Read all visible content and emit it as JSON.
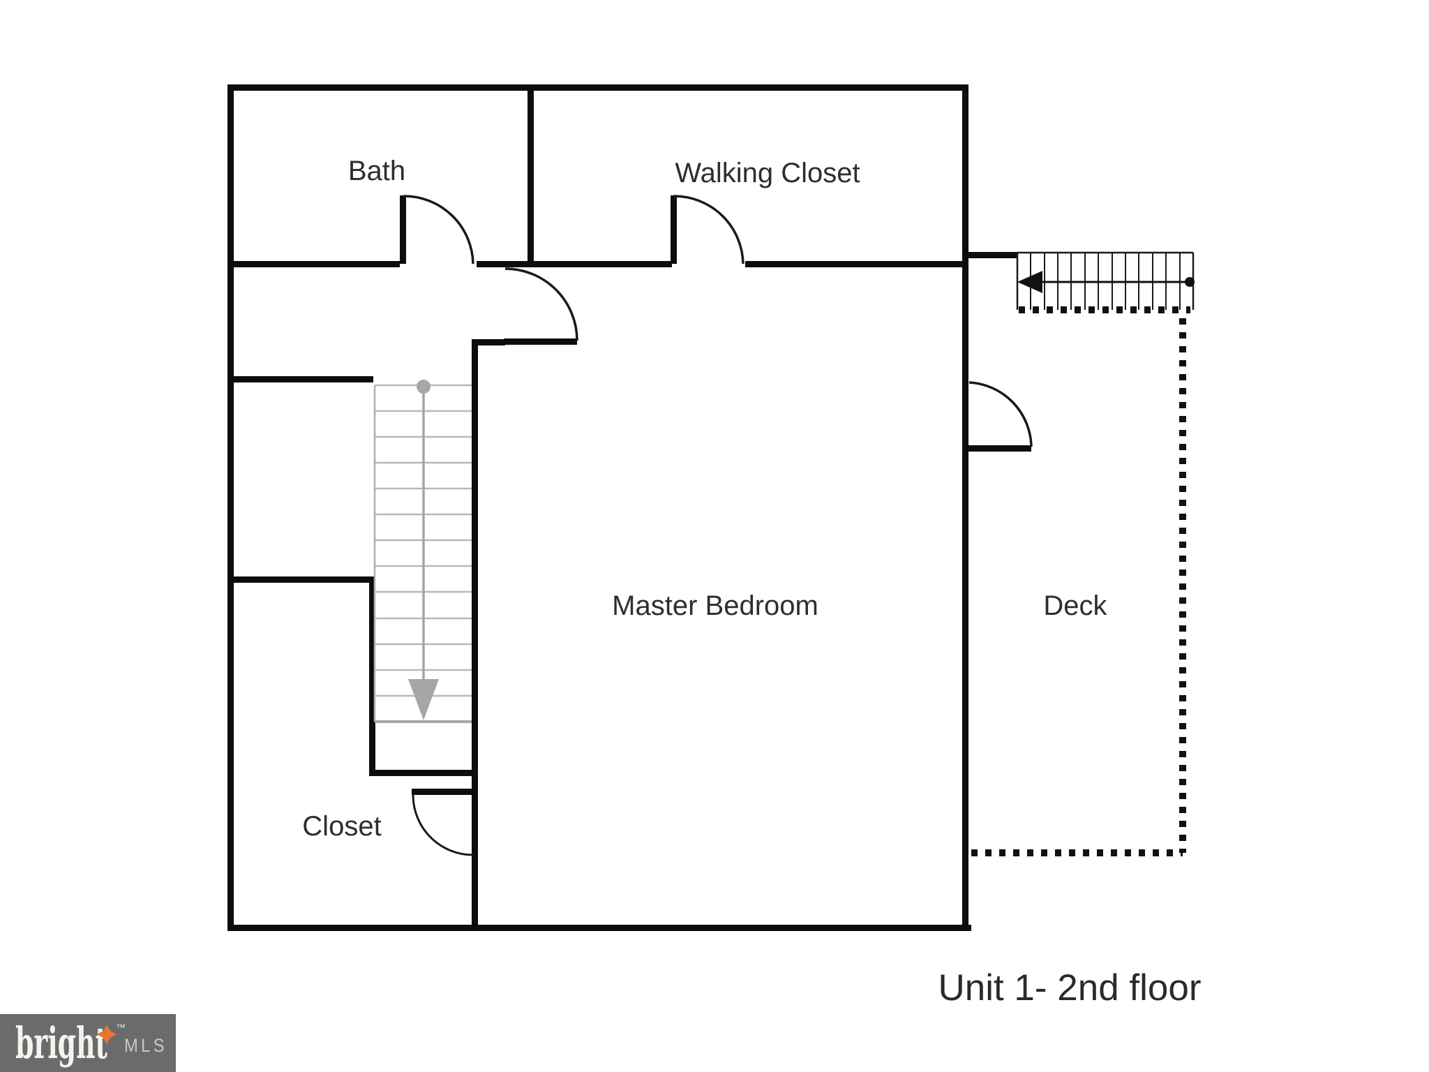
{
  "floorplan": {
    "title": "Unit 1- 2nd floor",
    "rooms": {
      "bath": "Bath",
      "walking_closet": "Walking Closet",
      "master_bedroom": "Master Bedroom",
      "deck": "Deck",
      "closet": "Closet"
    },
    "stairs": {
      "interior_direction": "down",
      "exterior_direction": "left"
    },
    "colors": {
      "wall": "#0d0d0d",
      "stair_gray": "#a6a6a6",
      "tread_gray": "#b8b8b8",
      "label_text": "#2e2e2e"
    }
  },
  "branding": {
    "name": "bright",
    "trademark": "™",
    "suffix": "MLS",
    "bg_color": "#6b6b6b",
    "name_color": "#f4f3ee",
    "suffix_color": "#c9c9c9",
    "accent_color": "#e87436"
  }
}
